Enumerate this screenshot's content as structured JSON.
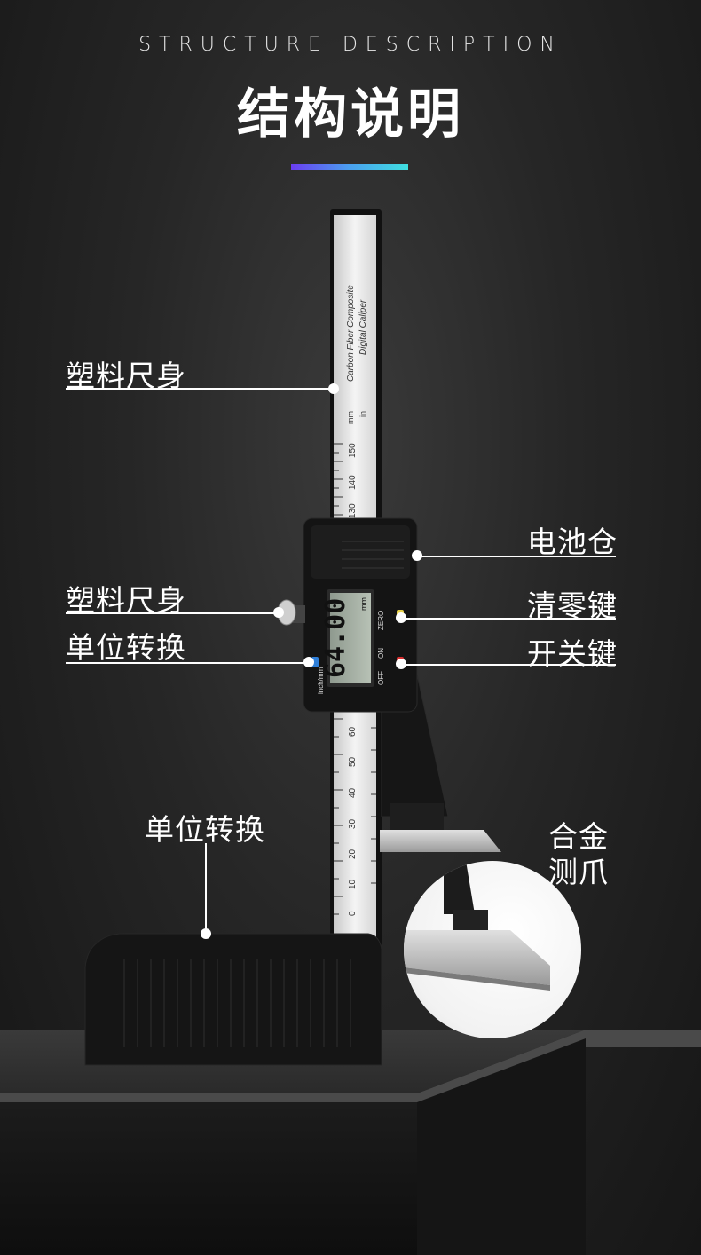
{
  "header": {
    "subtitle": "STRUCTURE DESCRIPTION",
    "title": "结构说明"
  },
  "product": {
    "brand_line1": "Carbon Fiber Composite",
    "brand_line2": "Digital Caliper",
    "unit_mm": "mm",
    "unit_in": "in",
    "lcd_reading": "64.00",
    "lcd_unit": "mm",
    "button_zero": "ZERO",
    "button_on": "ON",
    "button_off": "OFF",
    "button_unit": "inch/mm",
    "scale_upper": [
      "150",
      "140",
      "130"
    ],
    "scale_lower": [
      "60",
      "50",
      "40",
      "30",
      "20",
      "10",
      "0"
    ]
  },
  "labels": {
    "plastic_body_top": "塑料尺身",
    "battery": "电池仓",
    "plastic_body_mid": "塑料尺身",
    "zero_key": "清零键",
    "unit_switch_left": "单位转换",
    "power_key": "开关键",
    "unit_switch_base": "单位转换",
    "jaw_line1": "合金",
    "jaw_line2": "测爪"
  },
  "colors": {
    "accent_gradient_start": "#6a3df0",
    "accent_gradient_end": "#3fe0e0",
    "zero_button": "#e8d24a",
    "power_button": "#d83030",
    "unit_button": "#2f7fd8"
  }
}
